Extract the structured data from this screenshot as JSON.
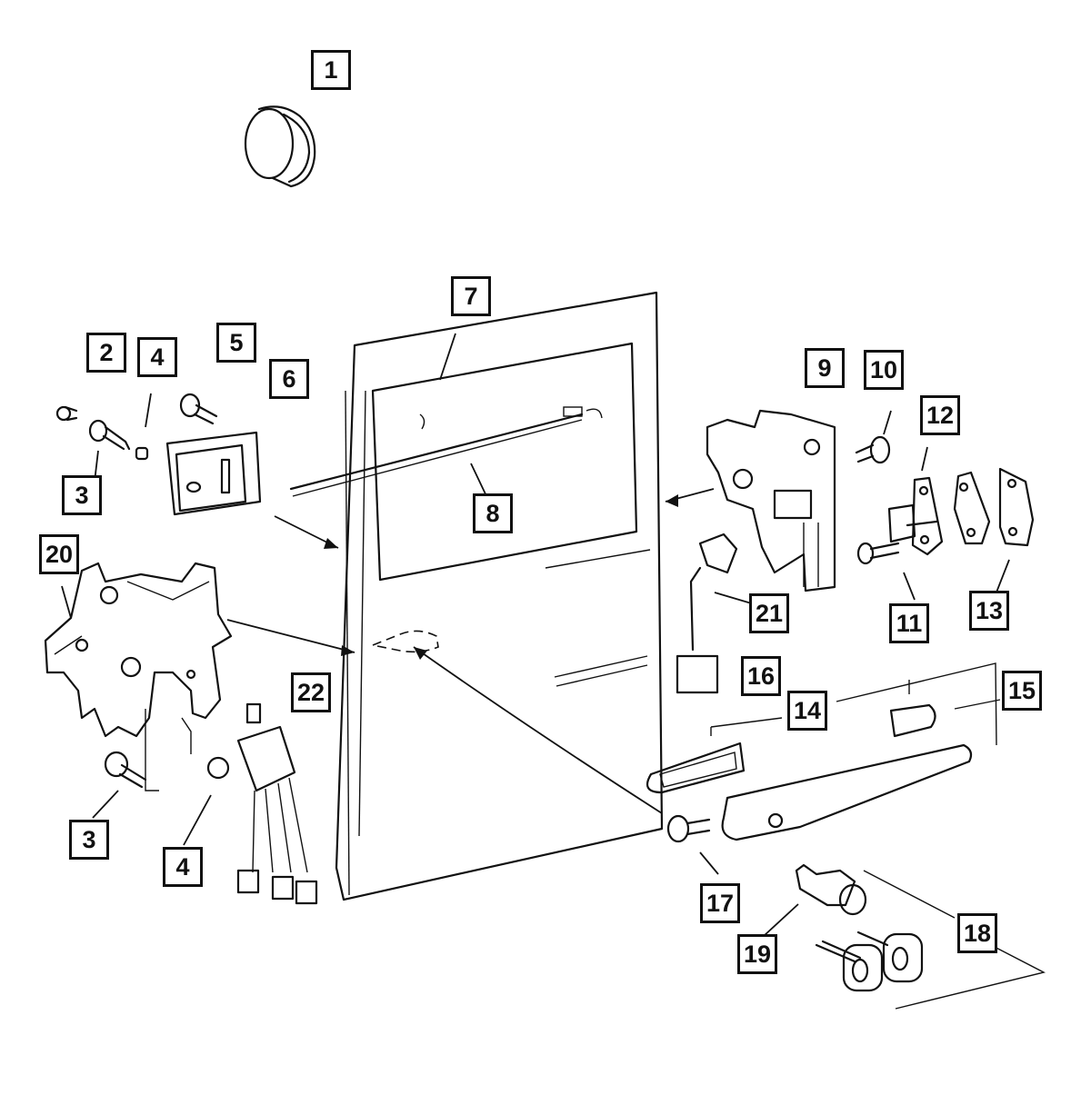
{
  "diagram": {
    "title": "Sliding Door Lock & Handle Components (exploded view)",
    "callouts": [
      {
        "id": "c1",
        "label": "1",
        "part": "plug"
      },
      {
        "id": "c2",
        "label": "2",
        "part": "rivet"
      },
      {
        "id": "c4a",
        "label": "4",
        "part": "clip nut"
      },
      {
        "id": "c5",
        "label": "5",
        "part": "bolt"
      },
      {
        "id": "c6",
        "label": "6",
        "part": "inside handle"
      },
      {
        "id": "c3a",
        "label": "3",
        "part": "screw"
      },
      {
        "id": "c7",
        "label": "7",
        "part": "door panel"
      },
      {
        "id": "c8",
        "label": "8",
        "part": "linkage rod"
      },
      {
        "id": "c9",
        "label": "9",
        "part": "door latch"
      },
      {
        "id": "c10",
        "label": "10",
        "part": "bolt"
      },
      {
        "id": "c12",
        "label": "12",
        "part": "striker"
      },
      {
        "id": "c20",
        "label": "20",
        "part": "rear latch"
      },
      {
        "id": "c21",
        "label": "21",
        "part": "wiring harness"
      },
      {
        "id": "c11",
        "label": "11",
        "part": "screw"
      },
      {
        "id": "c13",
        "label": "13",
        "part": "shim plates"
      },
      {
        "id": "c22",
        "label": "22",
        "part": "lock actuator"
      },
      {
        "id": "c16",
        "label": "16",
        "part": "handle gasket"
      },
      {
        "id": "c14",
        "label": "14",
        "part": "handle kit"
      },
      {
        "id": "c15",
        "label": "15",
        "part": "outside handle"
      },
      {
        "id": "c3b",
        "label": "3",
        "part": "screw"
      },
      {
        "id": "c4b",
        "label": "4",
        "part": "clip nut"
      },
      {
        "id": "c17",
        "label": "17",
        "part": "screw"
      },
      {
        "id": "c19",
        "label": "19",
        "part": "lock cylinder"
      },
      {
        "id": "c18",
        "label": "18",
        "part": "cylinder & keys"
      }
    ]
  }
}
